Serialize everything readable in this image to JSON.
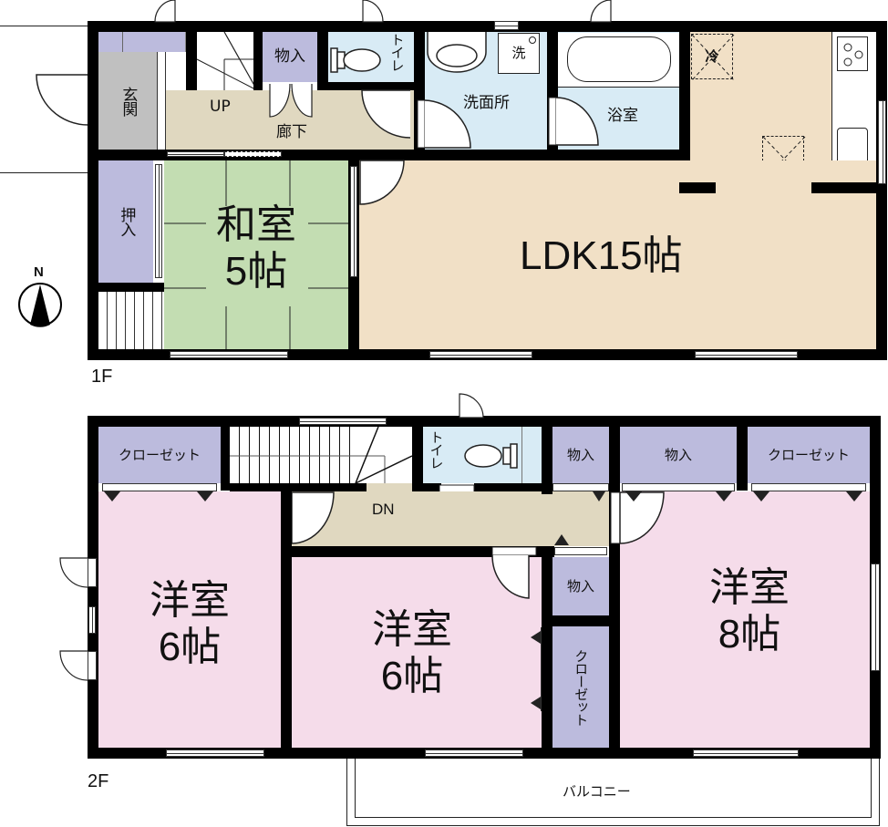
{
  "floor1": {
    "label": "1F",
    "rooms": {
      "genkan": "玄関",
      "hallway": "廊下",
      "up": "UP",
      "storage": "物入",
      "toilet": "トイレ",
      "washroom": "洗面所",
      "washer": "洗",
      "bathroom": "浴室",
      "fridge": "冷",
      "closet": "押入",
      "washitsu_name": "和室",
      "washitsu_size": "5帖",
      "ldk": "LDK15帖"
    }
  },
  "floor2": {
    "label": "2F",
    "rooms": {
      "closet_left": "クローゼット",
      "dn": "DN",
      "toilet": "トイレ",
      "storage_a": "物入",
      "storage_b": "物入",
      "closet_right": "クローゼット",
      "storage_c": "物入",
      "closet_mid": "クローゼット",
      "room_left_name": "洋室",
      "room_left_size": "6帖",
      "room_mid_name": "洋室",
      "room_mid_size": "6帖",
      "room_right_name": "洋室",
      "room_right_size": "8帖",
      "balcony": "バルコニー"
    }
  },
  "compass": {
    "north_label": "N"
  },
  "colors": {
    "entrance": "#c0c0c0",
    "storage": "#bcbbdd",
    "hallway": "#e0d8c0",
    "water": "#d8ebf5",
    "tatami": "#c3ddb2",
    "ldk": "#f1e0c6",
    "western_room": "#f5dcea",
    "wall": "#000000"
  }
}
